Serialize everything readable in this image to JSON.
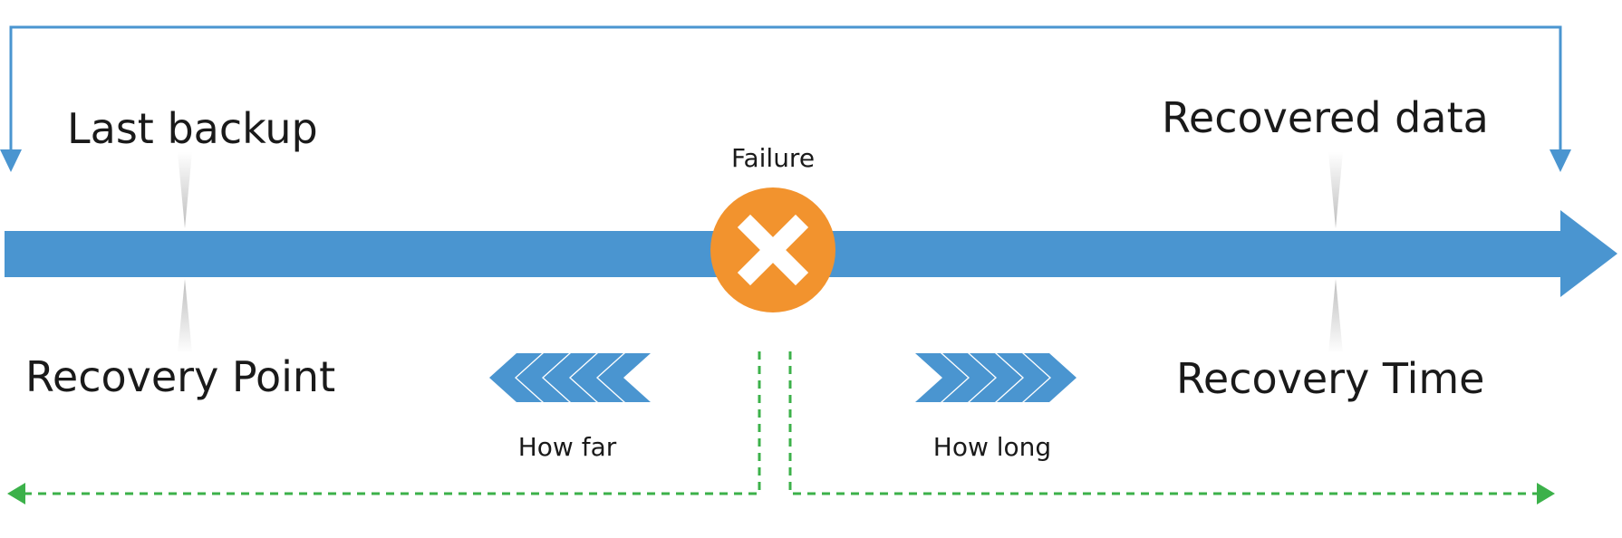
{
  "labels": {
    "last_backup": "Last backup",
    "recovered_data": "Recovered data",
    "failure": "Failure",
    "recovery_point": "Recovery Point",
    "recovery_time": "Recovery Time",
    "how_far": "How far",
    "how_long": "How long"
  },
  "colors": {
    "timeline_blue": "#4a95d0",
    "failure_orange": "#f2932e",
    "span_green": "#3cb14a",
    "tick_gray": "#c8c8c8",
    "text": "#1a1a1a"
  },
  "icons": {
    "failure_marker": "close-icon",
    "how_far_direction": "chevrons-left-icon",
    "how_long_direction": "chevrons-right-icon"
  }
}
